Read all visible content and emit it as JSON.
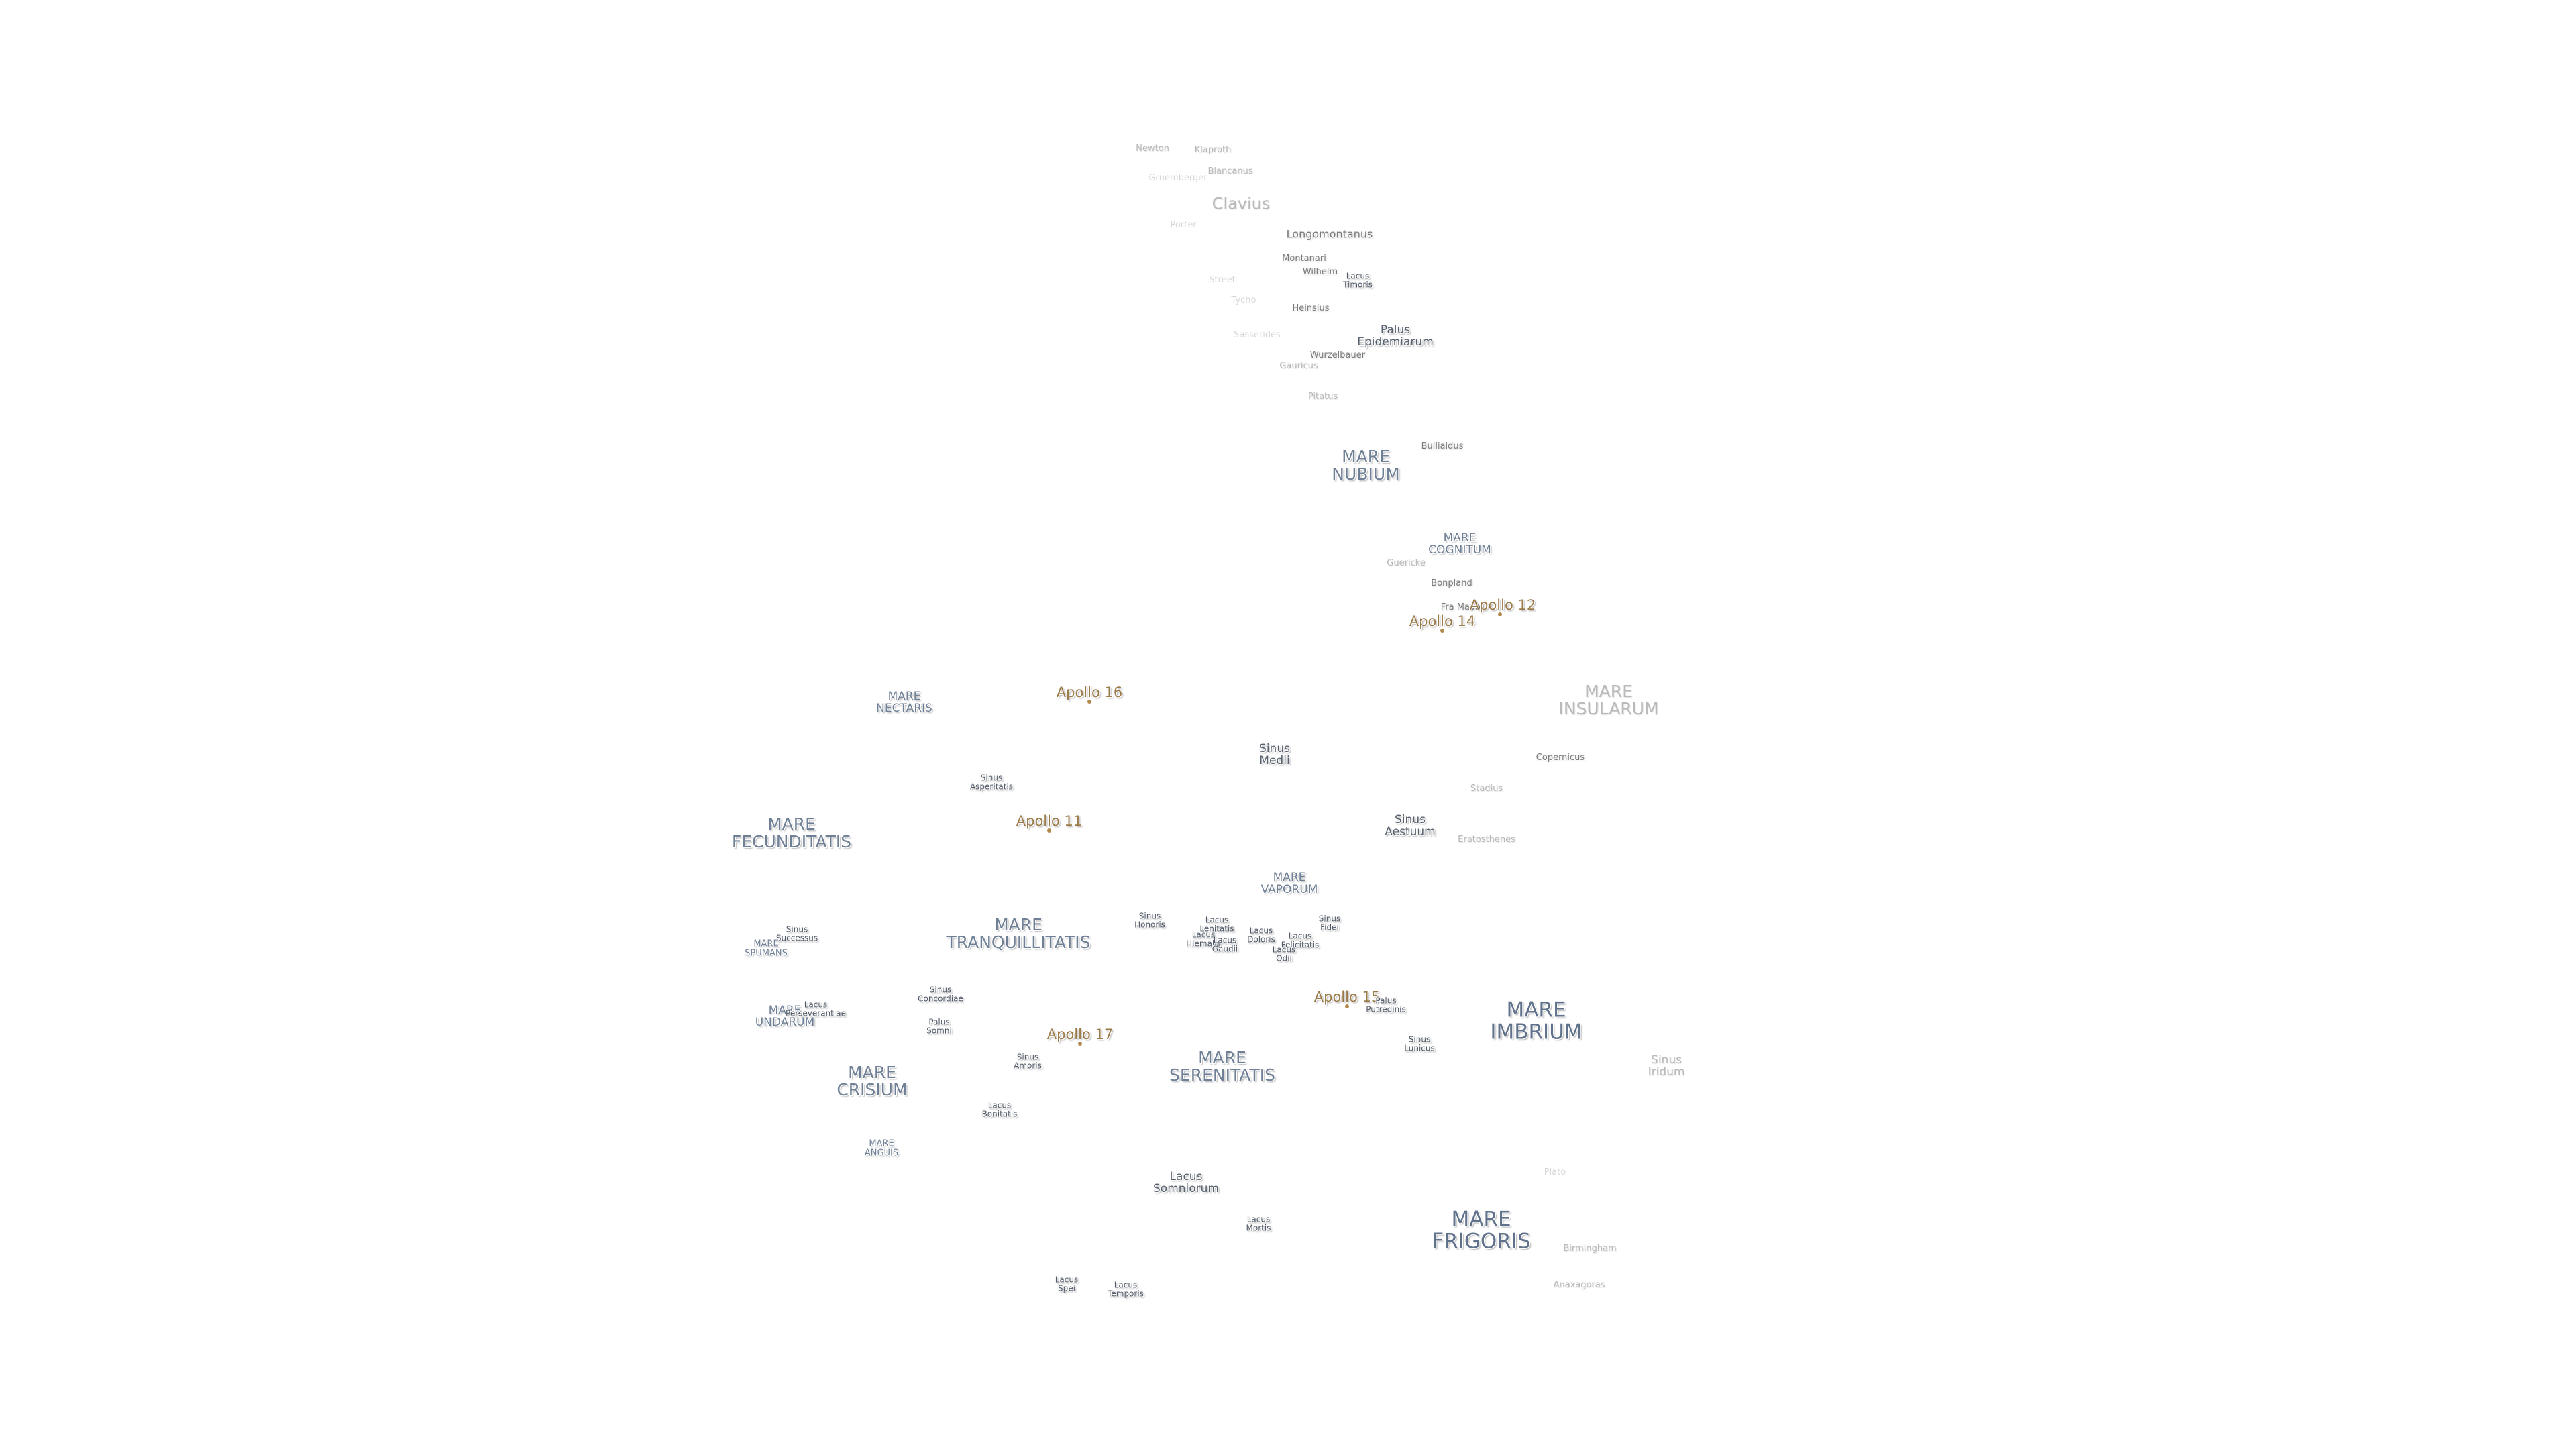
{
  "labels": {
    "newton": "Newton",
    "klaproth": "Klaproth",
    "gruemberger": "Gruemberger",
    "blancanus": "Blancanus",
    "clavius": "Clavius",
    "porter": "Porter",
    "longomontanus": "Longomontanus",
    "montanari": "Montanari",
    "wilhelm": "Wilhelm",
    "lacus_timoris": "Lacus\nTimoris",
    "street": "Street",
    "tycho": "Tycho",
    "heinsius": "Heinsius",
    "sasserides": "Sasserides",
    "palus_epidemiarum": "Palus\nEpidemiarum",
    "wurzelbauer": "Wurzelbauer",
    "gauricus": "Gauricus",
    "pitatus": "Pitatus",
    "mare_nubium": "MARE\nNUBIUM",
    "bullialdus": "Bullialdus",
    "mare_cognitum": "MARE\nCOGNITUM",
    "guericke": "Guericke",
    "bonpland": "Bonpland",
    "fra_mauro": "Fra Mauro",
    "apollo_12": "Apollo 12",
    "apollo_14": "Apollo 14",
    "mare_insularum": "MARE\nINSULARUM",
    "mare_nectaris": "MARE\nNECTARIS",
    "apollo_16": "Apollo 16",
    "sinus_medii": "Sinus\nMedii",
    "copernicus": "Copernicus",
    "sinus_asperitatis": "Sinus\nAsperitatis",
    "stadius": "Stadius",
    "mare_fecunditatis": "MARE\nFECUNDITATIS",
    "apollo_11": "Apollo 11",
    "sinus_aestuum": "Sinus\nAestuum",
    "eratosthenes": "Eratosthenes",
    "mare_vaporum": "MARE\nVAPORUM",
    "sinus_honoris": "Sinus\nHonoris",
    "lacus_lenitatis": "Lacus\nLenitatis",
    "lacus_hiemalis": "Lacus\nHiemalis",
    "lacus_gaudii": "Lacus\nGaudii",
    "lacus_doloris": "Lacus\nDoloris",
    "sinus_fidei": "Sinus\nFidei",
    "lacus_felicitatis": "Lacus\nFelicitatis",
    "lacus_odii": "Lacus\nOdii",
    "sinus_successus": "Sinus\nSuccessus",
    "mare_spumans": "MARE\nSPUMANS",
    "mare_tranquillitatis": "MARE\nTRANQUILLITATIS",
    "sinus_concordiae": "Sinus\nConcordiae",
    "apollo_15": "Apollo 15",
    "palus_putredinis": "Palus\nPutredinis",
    "mare_imbrium": "MARE\nIMBRIUM",
    "mare_undarum": "MARE\nUNDARUM",
    "lacus_perseverantiae": "Lacus\nPerseverantiae",
    "palus_somni": "Palus\nSomni",
    "apollo_17": "Apollo 17",
    "sinus_lunicus": "Sinus\nLunicus",
    "sinus_amoris": "Sinus\nAmoris",
    "mare_serenitatis": "MARE\nSERENITATIS",
    "sinus_iridum": "Sinus\nIridum",
    "mare_crisium": "MARE\nCRISIUM",
    "lacus_bonitatis": "Lacus\nBonitatis",
    "mare_anguis": "MARE\nANGUIS",
    "plato": "Plato",
    "lacus_somniorum": "Lacus\nSomniorum",
    "lacus_mortis": "Lacus\nMortis",
    "mare_frigoris": "MARE\nFRIGORIS",
    "birmingham": "Birmingham",
    "lacus_spei": "Lacus\nSpei",
    "lacus_temporis": "Lacus\nTemporis",
    "anaxagoras": "Anaxagoras"
  },
  "colors": {
    "background": "#ffffff",
    "mare_text": "#6f7f95",
    "feature_text": "#56606e",
    "crater_text": "#7a7a7a",
    "apollo_text": "#9a7a47"
  }
}
